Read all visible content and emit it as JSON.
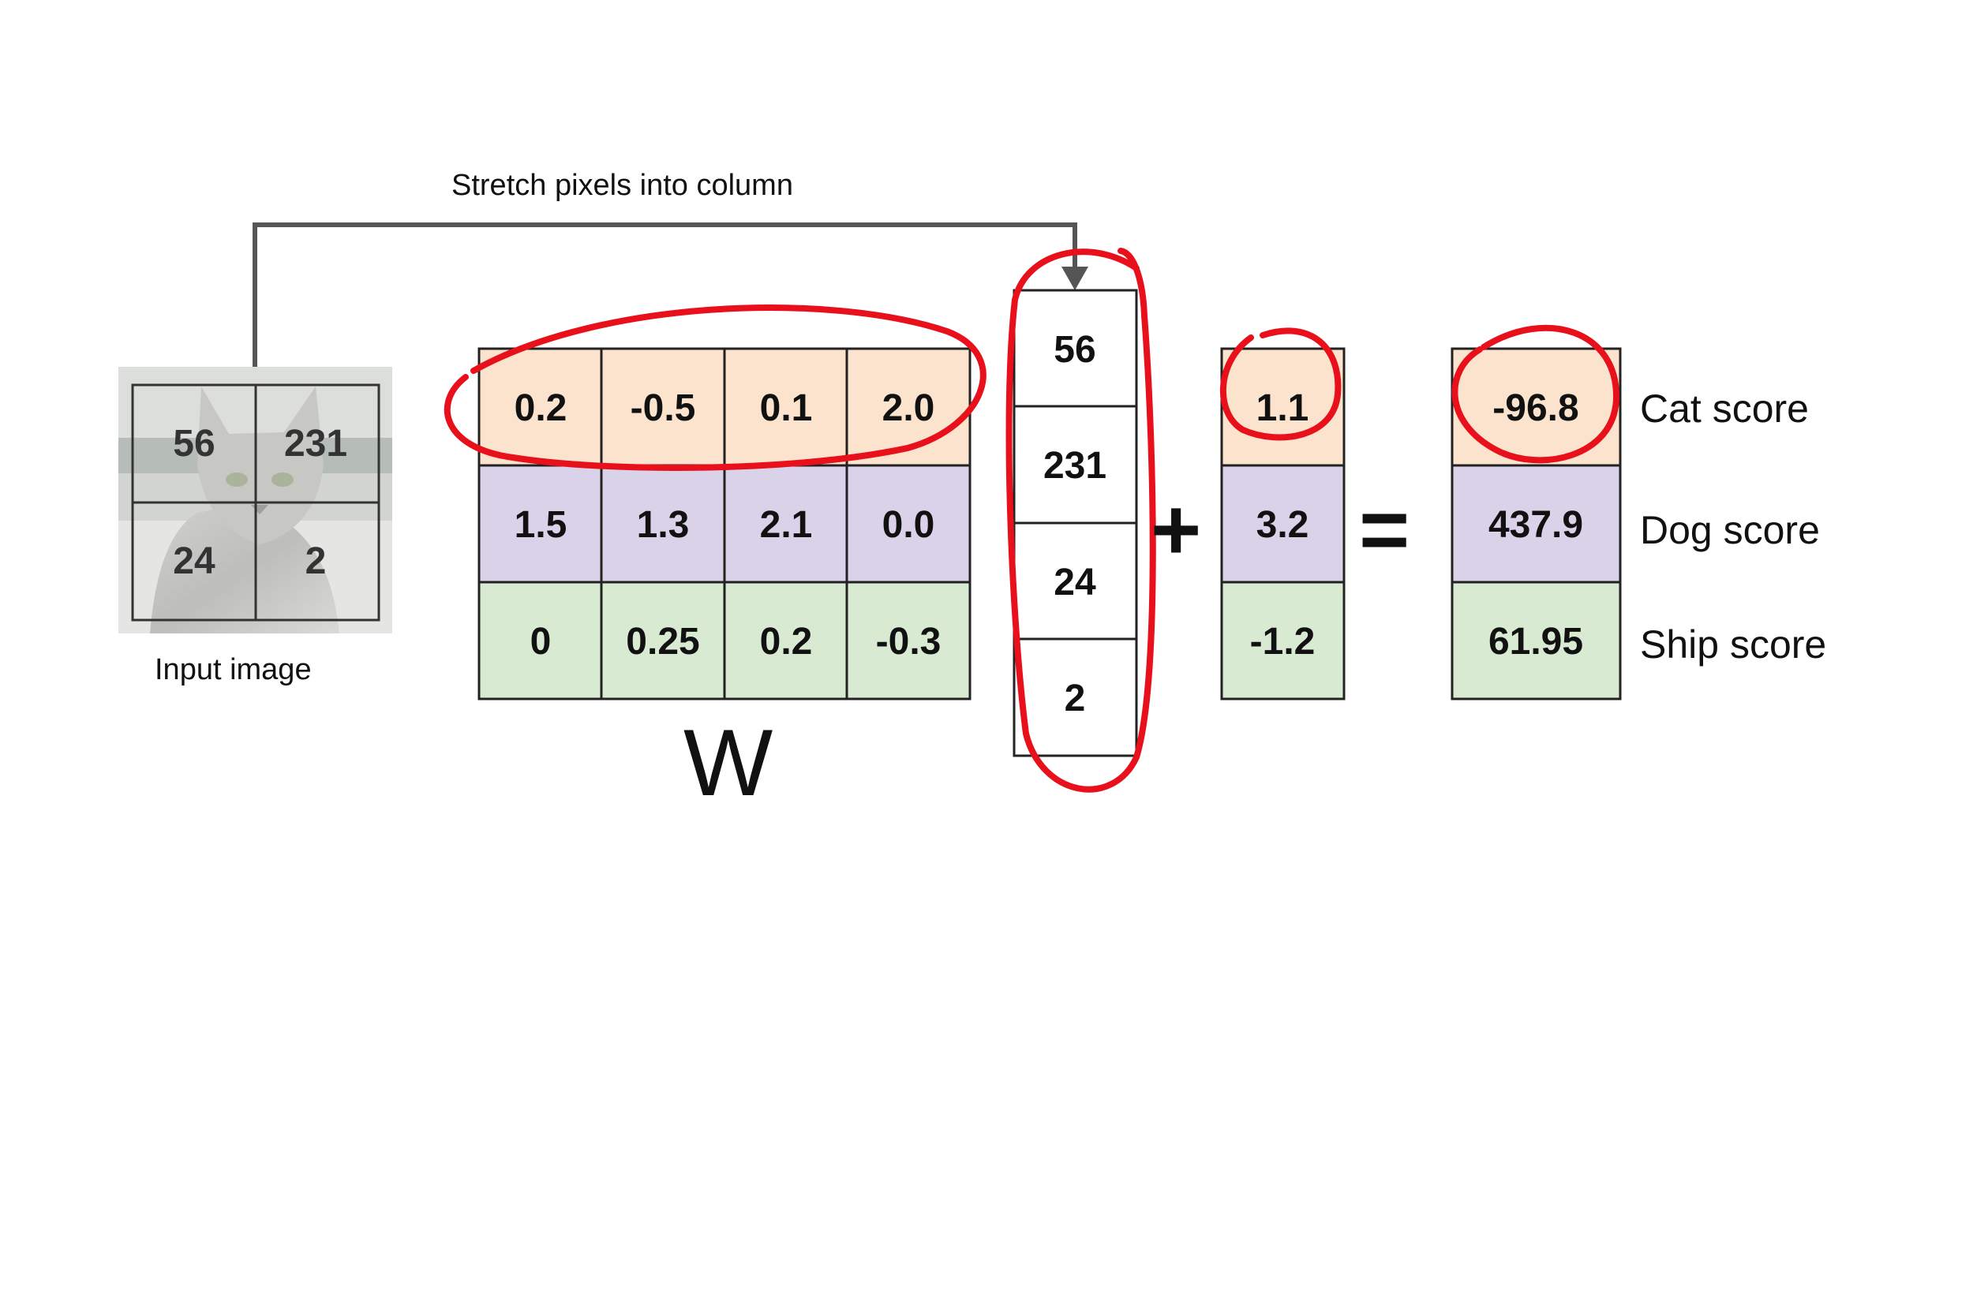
{
  "caption": "Stretch pixels into column",
  "input_label": "Input image",
  "w_label": "W",
  "plus": "+",
  "equals": "=",
  "pixels": [
    "56",
    "231",
    "24",
    "2"
  ],
  "weights": [
    [
      "0.2",
      "-0.5",
      "0.1",
      "2.0"
    ],
    [
      "1.5",
      "1.3",
      "2.1",
      "0.0"
    ],
    [
      "0",
      "0.25",
      "0.2",
      "-0.3"
    ]
  ],
  "column": [
    "56",
    "231",
    "24",
    "2"
  ],
  "bias": [
    "1.1",
    "3.2",
    "-1.2"
  ],
  "scores": [
    "-96.8",
    "437.9",
    "61.95"
  ],
  "score_labels": [
    "Cat score",
    "Dog score",
    "Ship score"
  ],
  "colors": {
    "row_cat": "#fbe3cd",
    "row_dog": "#d9d2e9",
    "row_ship": "#d9ead3",
    "annotation": "#e8101b",
    "connector": "#555555"
  }
}
